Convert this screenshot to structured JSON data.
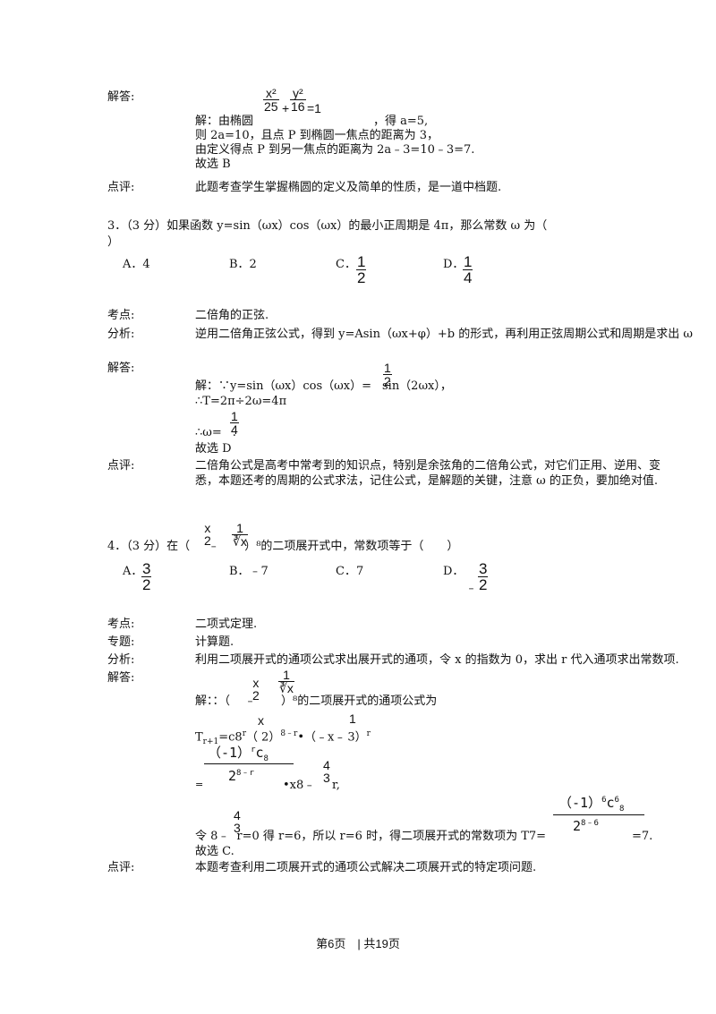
{
  "q2": {
    "jieda_label": "解答:",
    "frac_x2": "x²",
    "frac_25": "25",
    "plus": "+",
    "frac_y2": "y²",
    "frac_16": "16",
    "eq1": "=1",
    "line1_pre": "解：由椭圆",
    "line1_post": "，得 a=5,",
    "line2": "则 2a=10，且点 P 到椭圆一焦点的距离为 3，",
    "line3": "由定义得点 P 到另一焦点的距离为 2a﹣3=10﹣3=7.",
    "line4": "故选 B",
    "dianping_label": "点评:",
    "dianping": "此题考查学生掌握椭圆的定义及简单的性质，是一道中档题."
  },
  "q3": {
    "stem1": "3．（3 分）如果函数 y=sin（ωx）cos（ωx）的最小正周期是 4π，那么常数 ω 为（",
    "stem2": "）",
    "opt_a": "A．4",
    "opt_b": "B．2",
    "opt_c": "C．",
    "opt_d": "D．",
    "one": "1",
    "two": "2",
    "four": "4",
    "kaodian_label": "考点:",
    "kaodian": "二倍角的正弦.",
    "fenxi_label": "分析:",
    "fenxi": "逆用二倍角正弦公式，得到 y=Asin（ωx+φ）+b 的形式，再利用正弦周期公式和周期是求出 ω",
    "jieda_label": "解答:",
    "sol1_pre": "解：∵y=sin（ωx）cos（ωx）=",
    "sol1_post": "sin（2ωx），",
    "sol2": "∴T=2π÷2ω=4π",
    "sol3_pre": "∴ω=",
    "sol3_post": ".",
    "sol4": "故选 D",
    "dianping_label": "点评:",
    "dianping1": "二倍角公式是高考中常考到的知识点，特别是余弦角的二倍角公式，对它们正用、逆用、变",
    "dianping2": "悉，本题还考的周期的公式求法，记住公式，是解题的关键，注意 ω 的正负，要加绝对值."
  },
  "q4": {
    "stem_pre": "4．（3 分）在（",
    "stem_post": "⁸的二项展开式中，常数项等于（　　）",
    "x": "x",
    "two": "2",
    "minus": "﹣",
    "one": "1",
    "cbrt": "∛x",
    "rparen": "）",
    "opt_a": "A．",
    "opt_b": "B．﹣7",
    "opt_c": "C．7",
    "opt_d": "D．",
    "three": "3",
    "neg": "﹣",
    "kaodian_label": "考点:",
    "kaodian": "二项式定理.",
    "zhuanti_label": "专题:",
    "zhuanti": "计算题.",
    "fenxi_label": "分析:",
    "fenxi": "利用二项展开式的通项公式求出展开式的通项，令 x 的指数为 0，求出 r 代入通项求出常数项.",
    "jieda_label": "解答:",
    "sol1_pre": "解：：（",
    "sol1_post": "⁸的二项展开式的通项公式为",
    "sol2_pre": "T",
    "sol2_sub": "r+1",
    "sol2_mid": "=c8",
    "sol2_sup": "r",
    "sol2_lp": "（",
    "sol2_pow": "8﹣r",
    "sol2_dot": "•（﹣x﹣",
    "sol2_end": "）",
    "sol2_r": "r",
    "num_big": "（-1）",
    "num_r": "r",
    "num_c": "c",
    "num_8": "8",
    "den": "2",
    "den_pow": "8﹣r",
    "eq_sign": "=",
    "x8": "•x8﹣",
    "r_end": "r,",
    "four": "4",
    "sol4_pre": "令 8﹣",
    "sol4_mid": "r=0 得 r=6，所以 r=6 时，得二项展开式的常数项为 T7=",
    "sol4_end": "=7.",
    "n6": "6",
    "den6": "8﹣6",
    "sol5": "故选 C.",
    "dianping_label": "点评:",
    "dianping": "本题考查利用二项展开式的通项公式解决二项展开式的特定项问题."
  },
  "footer": {
    "text": "第6页　| 共19页"
  }
}
